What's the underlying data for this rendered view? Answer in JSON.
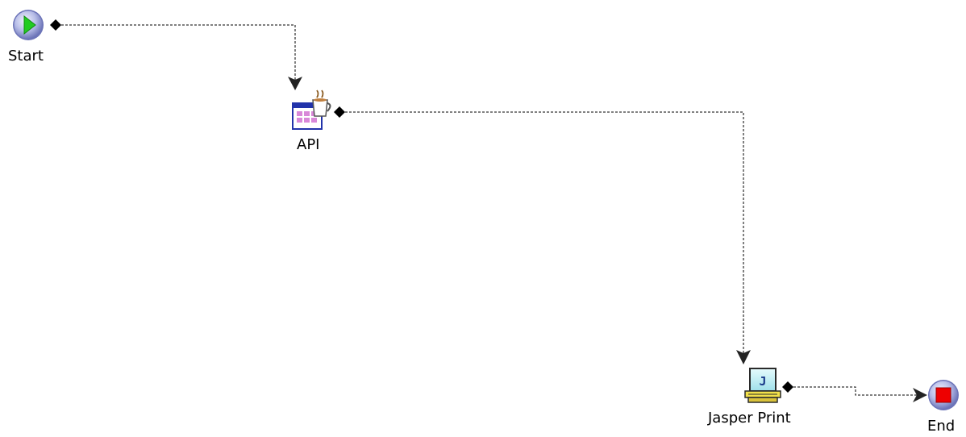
{
  "diagram": {
    "nodes": [
      {
        "id": "start",
        "label": "Start",
        "icon": "start-play-icon"
      },
      {
        "id": "api",
        "label": "API",
        "icon": "api-java-icon"
      },
      {
        "id": "jasper",
        "label": "Jasper Print",
        "icon": "jasper-printer-icon"
      },
      {
        "id": "end",
        "label": "End",
        "icon": "end-stop-icon"
      }
    ],
    "edges": [
      {
        "from": "start",
        "to": "api"
      },
      {
        "from": "api",
        "to": "jasper"
      },
      {
        "from": "jasper",
        "to": "end"
      }
    ]
  },
  "colors": {
    "background": "#ffffff",
    "connector": "#000000",
    "start_green": "#22cc22",
    "end_red": "#ee0000",
    "orb_fill": "#b8bee8",
    "printer_screen": "#bfeef4",
    "printer_tray": "#f2e04a",
    "api_window": "#2233aa",
    "api_grid": "#d988d9"
  }
}
